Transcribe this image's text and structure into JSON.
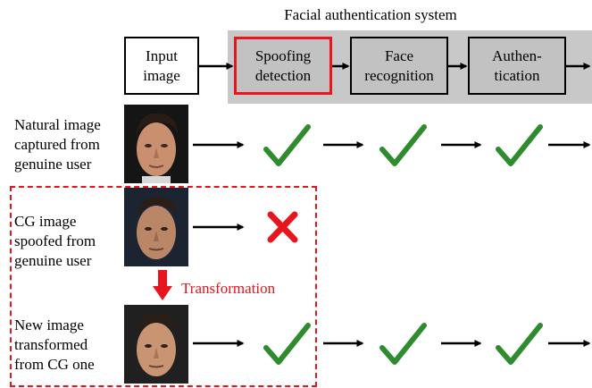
{
  "diagram": {
    "system_title": "Facial authentication system",
    "stages": {
      "input": "Input image",
      "spoofing": "Spoofing detection",
      "face": "Face recognition",
      "auth": "Authen- tication"
    },
    "rows": {
      "natural": "Natural image captured from genuine user",
      "cg": "CG image spoofed from genuine user",
      "new": "New image transformed from CG one"
    },
    "transformation_label": "Transformation"
  },
  "colors": {
    "accent_red": "#e8141e",
    "check_green": "#2e8b2e",
    "stage_gray": "#c2c2c2"
  },
  "icons": [
    "arrow-icon",
    "check-icon",
    "cross-icon",
    "down-arrow-icon",
    "face-photo"
  ]
}
